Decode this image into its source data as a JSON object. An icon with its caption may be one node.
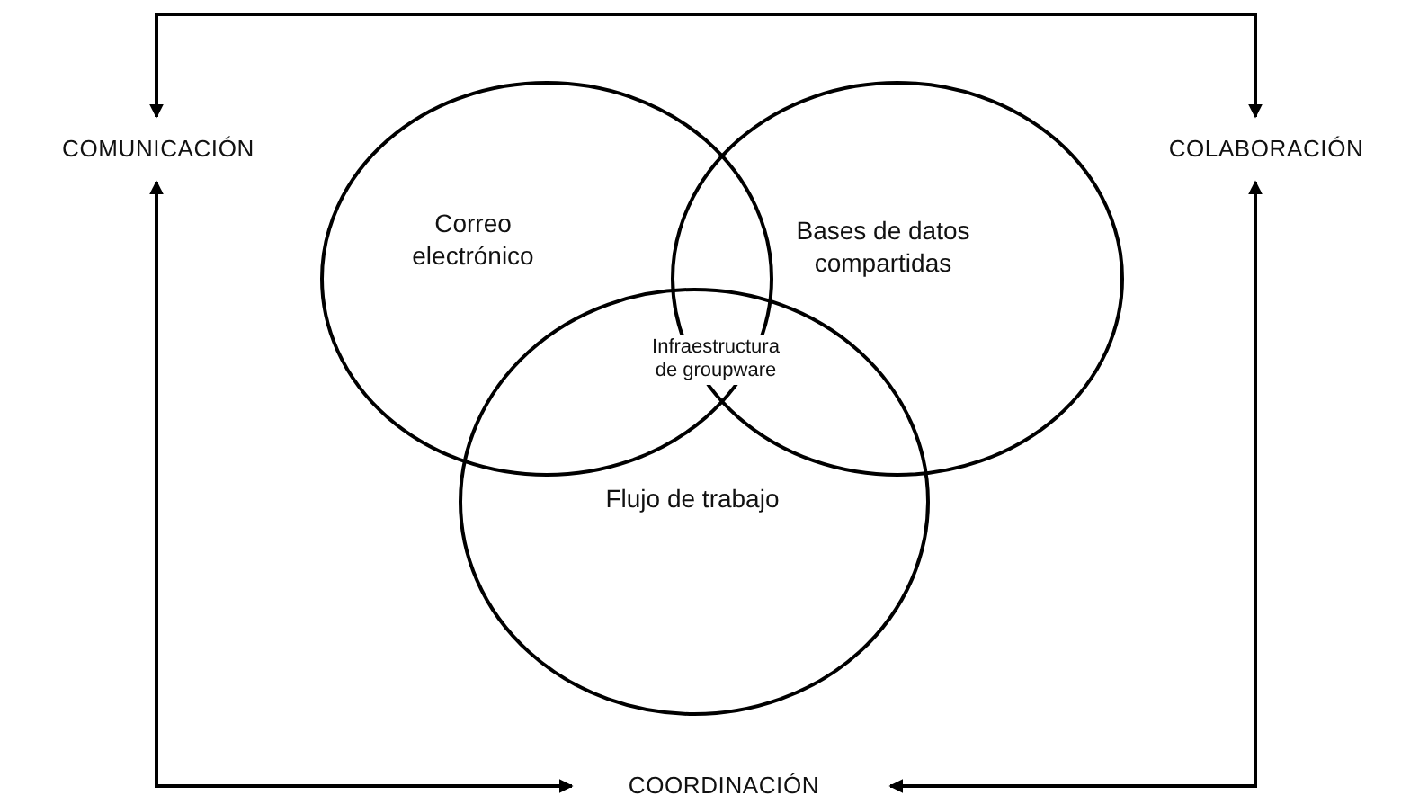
{
  "diagram": {
    "nodes": [
      {
        "text": [
          "COMUNICACIÓN"
        ]
      },
      {
        "text": [
          "COLABORACIÓN"
        ]
      },
      {
        "text": [
          "Correo electrónico"
        ]
      },
      {
        "text": [
          "Bases de datos compartidas"
        ]
      },
      {
        "text": [
          "Flujo de trabajo"
        ]
      },
      {
        "text": [
          "COORDINACIÓN"
        ]
      }
    ],
    "edges": [
      {
        "from": 0,
        "to": 1,
        "arrow": "both"
      },
      {
        "from": 0,
        "to": 5,
        "arrow": "both"
      },
      {
        "from": 1,
        "to": 5,
        "arrow": "both"
      }
    ],
    "labels": [
      "Infraestructura de groupware"
    ]
  }
}
